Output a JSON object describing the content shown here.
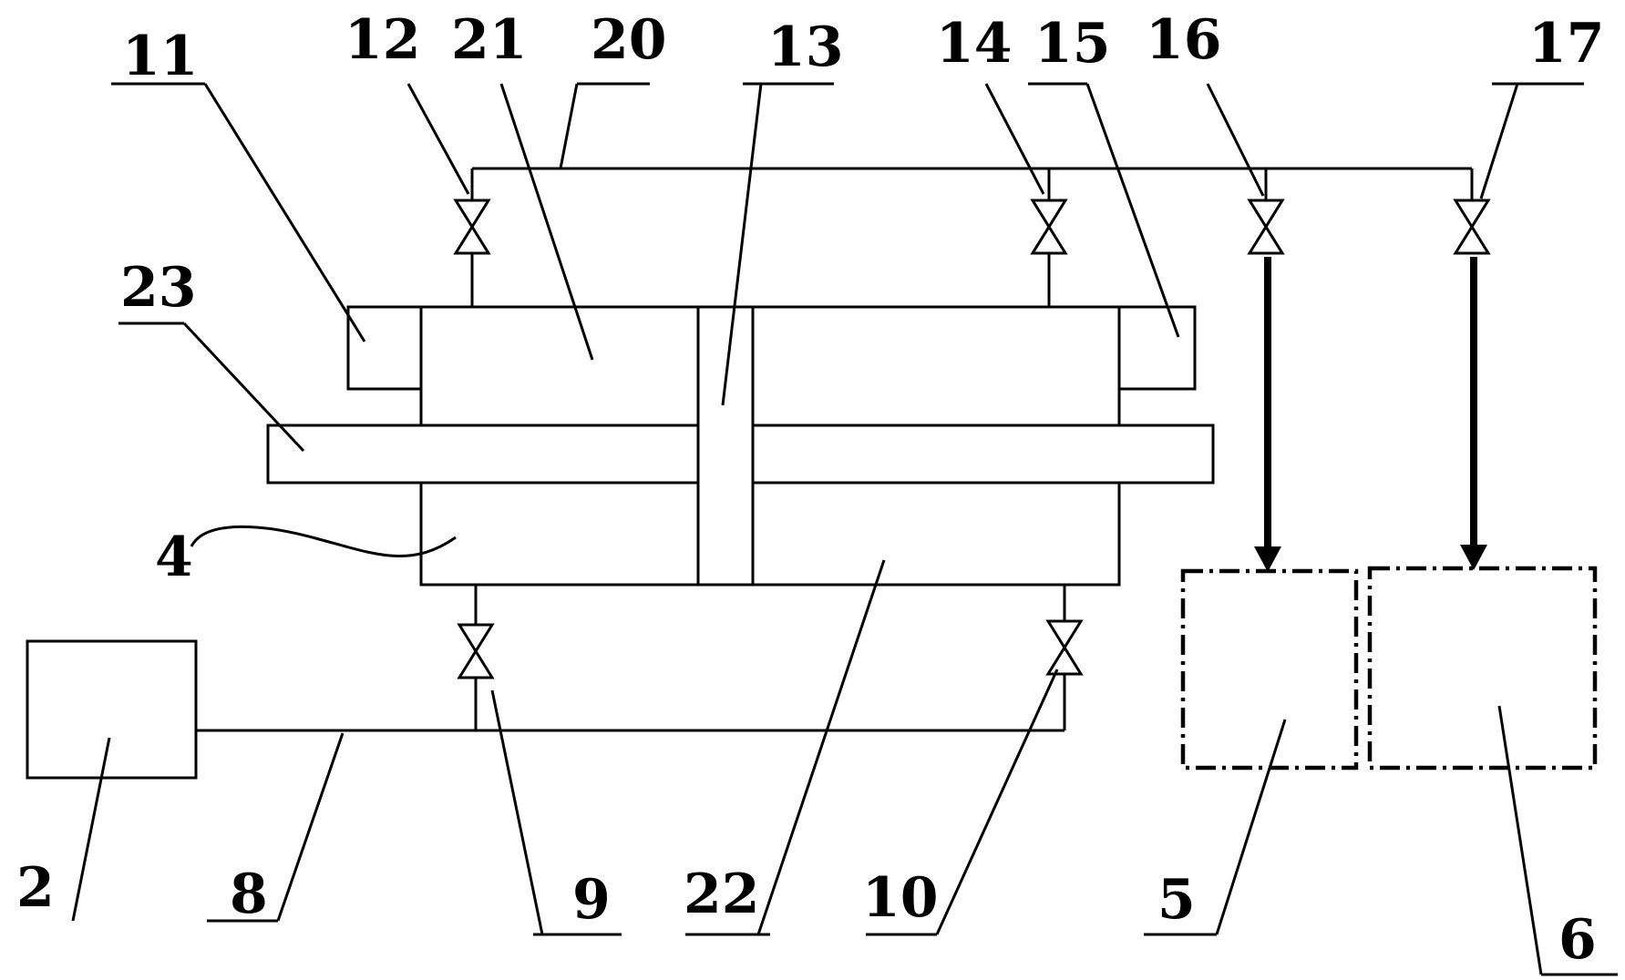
{
  "labels": {
    "n2": "2",
    "n4": "4",
    "n5": "5",
    "n6": "6",
    "n8": "8",
    "n9": "9",
    "n10": "10",
    "n11": "11",
    "n12": "12",
    "n13": "13",
    "n14": "14",
    "n15": "15",
    "n16": "16",
    "n17": "17",
    "n20": "20",
    "n21": "21",
    "n22": "22",
    "n23": "23"
  }
}
